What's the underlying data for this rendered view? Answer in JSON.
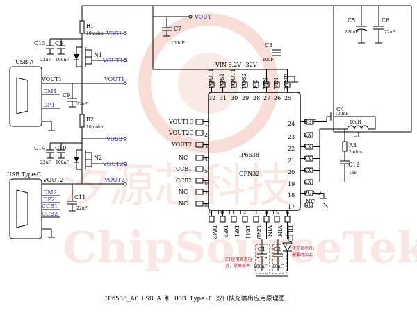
{
  "caption": "IP6538_AC USB A 和 USB Type-C 双口快充输出应用原理图",
  "watermark": {
    "cn": "汐源芯科技",
    "en": "ChipSourceTek"
  },
  "chip": {
    "name": "IP6538",
    "package": "QFN32",
    "vin_label": "VIN  8.2V~32V",
    "left_pins": [
      {
        "num": "1",
        "name": "VOUT1G"
      },
      {
        "num": "2",
        "name": "VOUT2G"
      },
      {
        "num": "3",
        "name": "VOUT2"
      },
      {
        "num": "4",
        "name": "NC"
      },
      {
        "num": "5",
        "name": "CCB1"
      },
      {
        "num": "6",
        "name": "CCB2"
      },
      {
        "num": "7",
        "name": "NC"
      },
      {
        "num": "8",
        "name": "NC"
      }
    ],
    "right_pins": [
      {
        "num": "24",
        "name": "BST"
      },
      {
        "num": "23",
        "name": "LX"
      },
      {
        "num": "22",
        "name": "LX"
      },
      {
        "num": "21",
        "name": "LX"
      },
      {
        "num": "20",
        "name": "LX"
      },
      {
        "num": "19",
        "name": "LX"
      },
      {
        "num": "18",
        "name": "PGND"
      },
      {
        "num": "17",
        "name": "NC"
      }
    ],
    "top_pins": [
      {
        "num": "32",
        "name": "VOUT1"
      },
      {
        "num": "31",
        "name": "VOS1"
      },
      {
        "num": "30",
        "name": "VOUT1"
      },
      {
        "num": "29",
        "name": "VOS2"
      },
      {
        "num": "28",
        "name": "NC"
      },
      {
        "num": "27",
        "name": "VIN"
      },
      {
        "num": "26",
        "name": "VIN"
      },
      {
        "num": "25",
        "name": "PGND"
      }
    ],
    "bottom_pins": [
      {
        "num": "9",
        "name": "DM2"
      },
      {
        "num": "10",
        "name": "DP2"
      },
      {
        "num": "11",
        "name": "DP1"
      },
      {
        "num": "12",
        "name": "DM1"
      },
      {
        "num": "13",
        "name": "GND"
      },
      {
        "num": "14",
        "name": "VIN"
      },
      {
        "num": "15",
        "name": "VIN"
      },
      {
        "num": "16",
        "name": "HLED"
      }
    ],
    "right_nc": "NC"
  },
  "nets": {
    "vout_top": "VOUT",
    "vos1": "VOS1",
    "vout1g": "VOUT1G",
    "vout1": "VOUT1",
    "vos2": "VOS2",
    "vout2g": "VOUT2G",
    "vout2": "VOUT2",
    "vout1_conn": "VOUT1",
    "vout2_conn": "VOUT2"
  },
  "components": {
    "r1": {
      "ref": "R1",
      "value": "10mohm"
    },
    "r2": {
      "ref": "R2",
      "value": "10mohm"
    },
    "r3": {
      "ref": "R3",
      "value": "2 ohm"
    },
    "n1": {
      "ref": "N1"
    },
    "n2": {
      "ref": "N2"
    },
    "l1": {
      "ref": "L1",
      "value": "10uH"
    },
    "c3": {
      "ref": "C3",
      "value": "10uF"
    },
    "c4": {
      "ref": "C4",
      "value": "100nF"
    },
    "c5": {
      "ref": "C5",
      "value": "220uF"
    },
    "c6": {
      "ref": "C6",
      "value": "22uF"
    },
    "c7": {
      "ref": "C7",
      "value": "100nF"
    },
    "c8": {
      "ref": "C8",
      "value": "100nF"
    },
    "c9": {
      "ref": "C9",
      "value": "22uF"
    },
    "c10": {
      "ref": "C10",
      "value": "100nF"
    },
    "c11": {
      "ref": "C11",
      "value": "22uF"
    },
    "c12": {
      "ref": "C12",
      "value": "1nF"
    },
    "c13": {
      "ref": "C13",
      "value": "22uF"
    },
    "c14": {
      "ref": "C14",
      "value": "22uF"
    },
    "c1": {
      "ref": "C1",
      "value": "100uF"
    },
    "c2": {
      "ref": "C2",
      "value": "10uF"
    },
    "d": {
      "ref": "D"
    }
  },
  "usb_a": {
    "title": "USB A",
    "pins": [
      "DM1",
      "DP1"
    ]
  },
  "usb_c": {
    "title": "USB Type-C",
    "pins": [
      "DM2",
      "DP2",
      "CCB1",
      "CCB2"
    ]
  },
  "notes": {
    "c1_note_line1": "C1使用固态电",
    "c1_note_line2": "容，提高效率",
    "led_note_line1": "快充指示灯，",
    "led_note_line2": "需要时加上"
  }
}
